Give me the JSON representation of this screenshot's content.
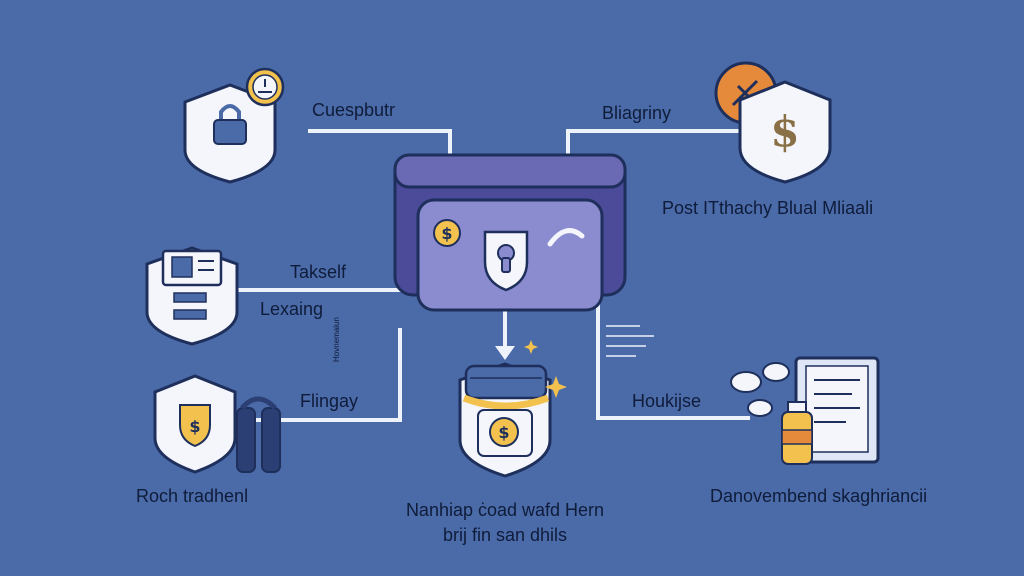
{
  "colors": {
    "background": "#4a6aa8",
    "connector": "#eef2fb",
    "node_fill": "#f4f6fb",
    "node_stroke": "#1e2f5c",
    "wallet_dark": "#4b4b9a",
    "wallet_mid": "#6a6ab4",
    "wallet_light": "#8b8bd0",
    "gold": "#f2c14e",
    "coin_orange": "#e58a3a",
    "text": "#0f1c3a"
  },
  "labels": {
    "top_left": "Cuespbutr",
    "top_right": "Bliagriny",
    "right_upper": "Post ITthachy Blual Mliaali",
    "left_upper": "Takself",
    "left_middle": "Lexaing",
    "left_lower": "Flingay",
    "vertical_small": "Hovnemaiun",
    "right_lower": "Houkijse",
    "bottom_left": "Roch tradhenl",
    "bottom_center_line1": "Nanhiap ċoad wafd Hern",
    "bottom_center_line2": "brij fin san dhils",
    "bottom_right": "Danovembend skaghriancii"
  },
  "icons": {
    "top_left_node": "padlock-icon",
    "top_left_badge": "clock-icon",
    "top_right_node": "dollar-icon",
    "top_right_badge": "bitcoin-coin-icon",
    "left_upper_node": "computer-screen-icon",
    "left_lower_node": "shield-dollar-icon",
    "left_lower_side": "binoculars-icon",
    "center_hub": "wallet-icon",
    "center_lock": "keyhole-shield-icon",
    "center_coin": "dollar-coin-icon",
    "bottom_center_node": "coin-jar-icon",
    "right_lower_node": "document-icon",
    "right_lower_side": "bottle-icon"
  }
}
